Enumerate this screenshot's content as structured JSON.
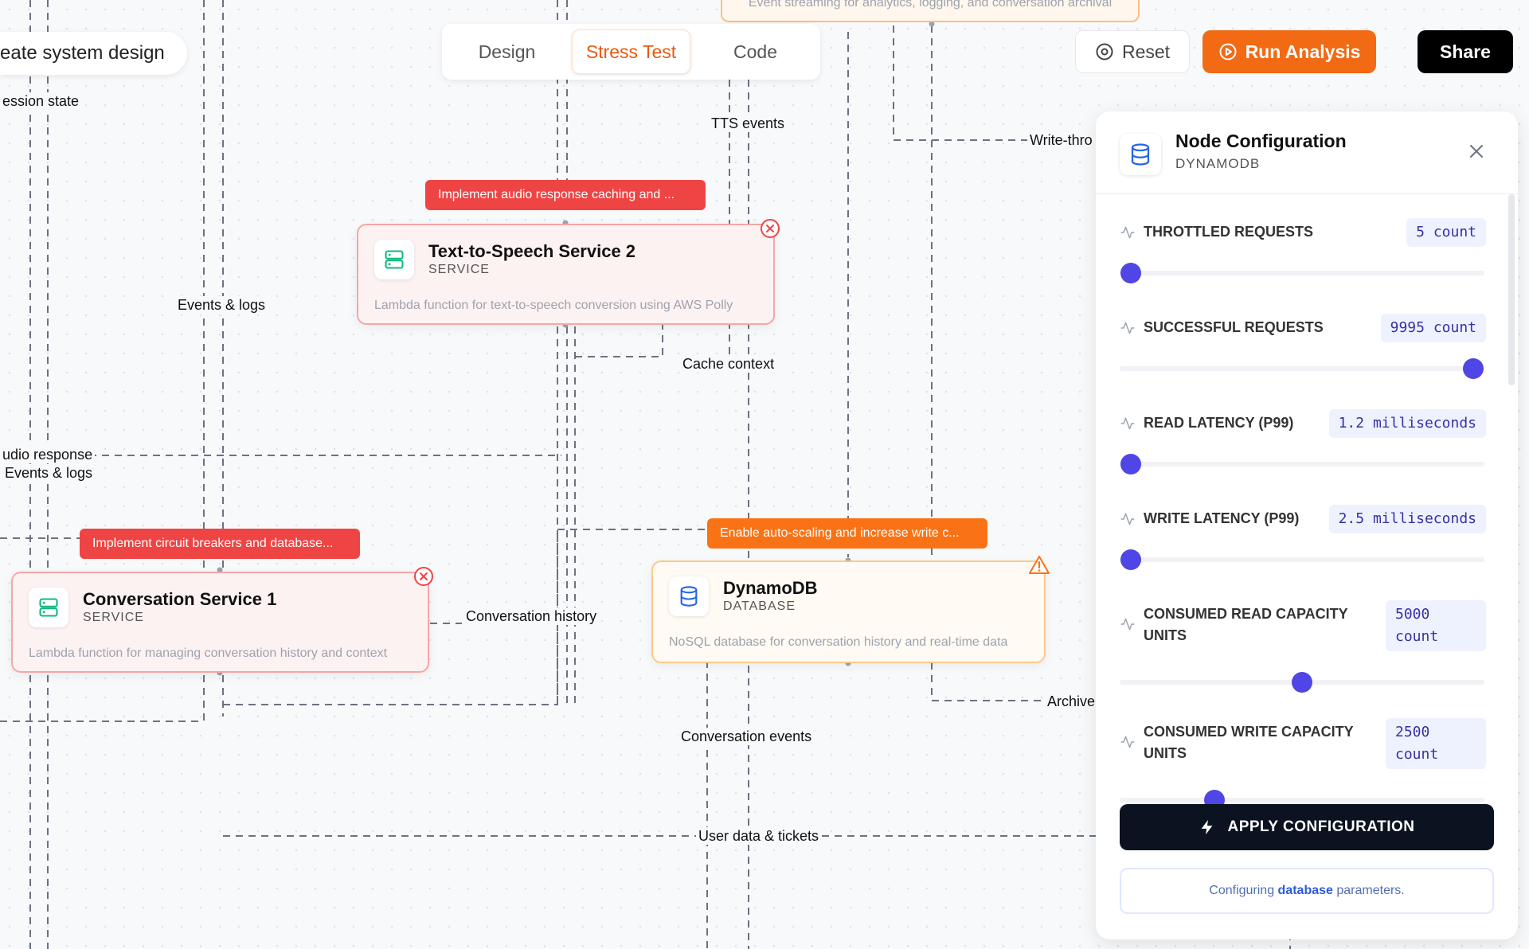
{
  "canvas": {
    "project_pill": "eate system design",
    "top_banner": "Event streaming for analytics, logging, and conversation archival",
    "edge_labels": {
      "session_state": "ession state",
      "events_logs_1": "Events & logs",
      "audio_response": "udio response",
      "events_logs_2": "Events & logs",
      "tts_events": "TTS events",
      "write_through": "Write-thro",
      "cache_context": "Cache context",
      "conversation_history": "Conversation history",
      "conversation_events": "Conversation events",
      "archive": "Archive",
      "user_data_tickets": "User data & tickets"
    }
  },
  "tabs": [
    {
      "label": "Design",
      "active": false
    },
    {
      "label": "Stress Test",
      "active": true
    },
    {
      "label": "Code",
      "active": false
    }
  ],
  "toolbar": {
    "reset_label": "Reset",
    "run_label": "Run Analysis",
    "share_label": "Share"
  },
  "nodes": {
    "tts": {
      "title": "Text-to-Speech Service 2",
      "subtitle": "SERVICE",
      "description": "Lambda function for text-to-speech conversion using AWS Polly",
      "tag": "Implement audio response caching and ...",
      "status": "error"
    },
    "conversation": {
      "title": "Conversation Service 1",
      "subtitle": "SERVICE",
      "description": "Lambda function for managing conversation history and context",
      "tag": "Implement circuit breakers and database...",
      "status": "error"
    },
    "dynamodb": {
      "title": "DynamoDB",
      "subtitle": "DATABASE",
      "description": "NoSQL database for conversation history and real-time data",
      "tag": "Enable auto-scaling and increase write c...",
      "status": "warning"
    }
  },
  "panel": {
    "title": "Node Configuration",
    "subtitle": "DYNAMODB",
    "metrics": [
      {
        "label": "THROTTLED REQUESTS",
        "value": "5",
        "unit": "count",
        "fraction": 0.03
      },
      {
        "label": "SUCCESSFUL REQUESTS",
        "value": "9995",
        "unit": "count",
        "fraction": 0.97
      },
      {
        "label": "READ LATENCY (P99)",
        "value": "1.2",
        "unit": "milliseconds",
        "fraction": 0.03
      },
      {
        "label": "WRITE LATENCY (P99)",
        "value": "2.5",
        "unit": "milliseconds",
        "fraction": 0.03
      },
      {
        "label_lines": [
          "CONSUMED READ CAPACITY",
          "UNITS"
        ],
        "value": "5000",
        "unit": "count",
        "fraction": 0.5
      },
      {
        "label_lines": [
          "CONSUMED WRITE CAPACITY",
          "UNITS"
        ],
        "value": "2500",
        "unit": "count",
        "fraction": 0.26
      }
    ],
    "apply_label": "APPLY CONFIGURATION",
    "hint_prefix": "Configuring ",
    "hint_bold": "database",
    "hint_suffix": " parameters."
  },
  "colors": {
    "accent_orange": "#f26a14",
    "error_red": "#ef4444",
    "warning_orange": "#f97316",
    "slider_indigo": "#4f46e5"
  }
}
